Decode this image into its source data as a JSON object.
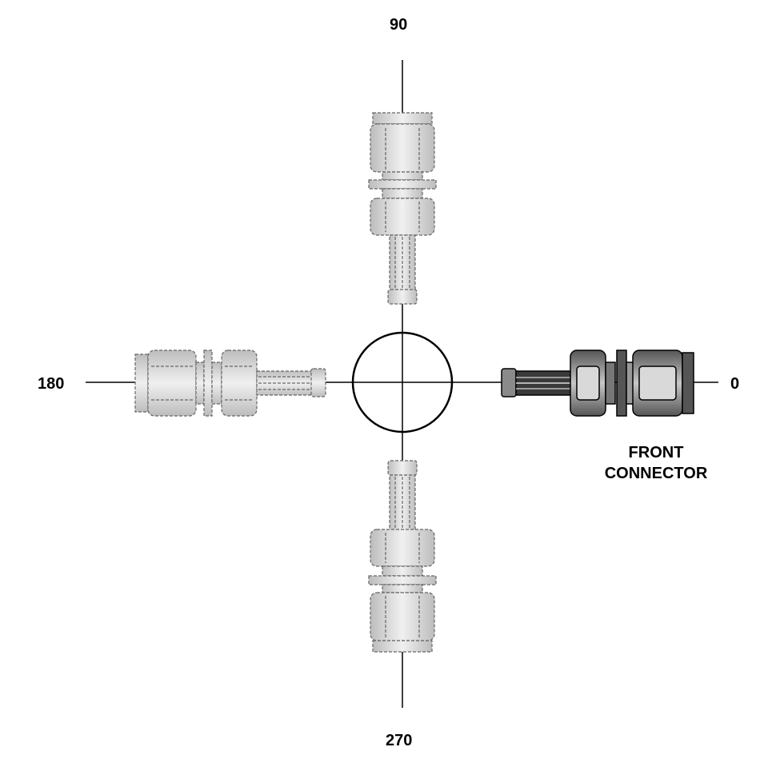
{
  "diagram": {
    "angle_labels": {
      "top": "90",
      "bottom": "270",
      "left": "180",
      "right": "0"
    },
    "front_connector_label": [
      "FRONT",
      "CONNECTOR"
    ],
    "colors": {
      "line": "#000000",
      "front_connector_fill": "#8c8c8c",
      "ghost_connector_fill": "#d4d4d4",
      "background": "#ffffff"
    }
  }
}
